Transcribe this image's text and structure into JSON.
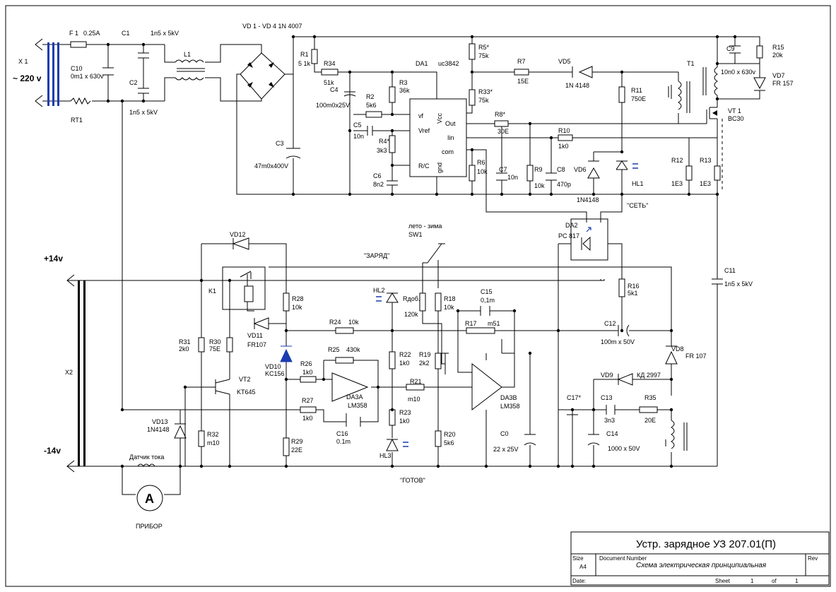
{
  "labels": {
    "x1": "X 1",
    "mains": "~ 220 v",
    "f1": "F 1",
    "f1_val": "0.25A",
    "c1": "C1",
    "c1_val": "1n5 x 5kV",
    "c10": "C10",
    "c10_val": "0m1 x 630v",
    "c2": "C2",
    "c2_val": "1n5 x 5kV",
    "l1": "L1",
    "rt1": "RT1",
    "vd14": "VD 1 - VD 4   1N 4007",
    "c3": "C3",
    "c3_val": "47m0x400V",
    "r1": "R1",
    "r1_val": "5 1k",
    "r34": "R34",
    "r34_val": "51k",
    "c4": "C4",
    "c4_val": "100m0x25V",
    "r2": "R2",
    "r2_val": "5k6",
    "r3": "R3",
    "r3_val": "36k",
    "c5": "C5",
    "c5_val": "10n",
    "r4": "R4*",
    "r4_val": "3k3",
    "c6": "C6",
    "c6_val": "8n2",
    "da1": "DA1",
    "da1_type": "uc3842",
    "pin_vf": "vf",
    "pin_vref": "Vref",
    "pin_rc": "R/C",
    "pin_vcc": "Vcc",
    "pin_out": "Out",
    "pin_iin": "Iin",
    "pin_com": "com",
    "pin_gnd": "gnd",
    "r5": "R5*",
    "r5_val": "75k",
    "r33": "R33*",
    "r33_val": "75k",
    "r7": "R7",
    "r7_val": "15E",
    "vd5": "VD5",
    "vd5_val": "1N 4148",
    "r8": "R8*",
    "r8_val": "30E",
    "r10": "R10",
    "r10_val": "1k0",
    "r6": "R6",
    "r6_val": "10k",
    "c7": "C7",
    "c7_val": "10n",
    "r9": "R9",
    "r9_val": "10k",
    "c8": "C8",
    "c8_val": "470p",
    "r11": "R11",
    "r11_val": "750E",
    "vd6": "VD6",
    "vd6_val": "1N4148",
    "hl1": "HL1",
    "set": "\"СЕТЬ\"",
    "t1": "T1",
    "c9": "C9",
    "c9_val": "10n0 x 630v",
    "r15": "R15",
    "r15_val": "20k",
    "vd7": "VD7",
    "vd7_val": "FR 157",
    "vt1": "VT 1",
    "vt1_val": "BC30",
    "r12": "R12",
    "r12_val": "1E3",
    "r13": "R13",
    "r13_val": "1E3",
    "da2": "DA2",
    "da2_val": "PC 817",
    "c11": "C11",
    "c11_val": "1n5 x 5kV",
    "plus14": "+14v",
    "minus14": "-14v",
    "x2": "X2",
    "vd12": "VD12",
    "k1": "K1",
    "vd11": "VD11",
    "vd11_val": "FR107",
    "zaryad": "\"ЗАРЯД\"",
    "sw1_name": "лето - зима",
    "sw1": "SW1",
    "hl2": "HL2",
    "rdob": "Rдоб.",
    "rdob_val": "120k",
    "r18": "R18",
    "r18_val": "10k",
    "c15": "C15",
    "c15_val": "0,1m",
    "r16": "R16",
    "r16_val": "5k1",
    "r28": "R28",
    "r28_val": "10k",
    "r24": "R24",
    "r24_val": "10k",
    "r17": "R17",
    "r17_val": "m51",
    "c12": "C12",
    "c12_val": "100m x 50V",
    "r31": "R31",
    "r31_val": "2k0",
    "r30": "R30",
    "r30_val": "75E",
    "vd10": "VD10",
    "vd10_val": "KC156",
    "r25": "R25",
    "r25_val": "430k",
    "r26": "R26",
    "r26_val": "1k0",
    "r22": "R22",
    "r22_val": "1k0",
    "r19": "R19",
    "r19_val": "2k2",
    "vd8": "VD8",
    "vd8_val": "FR 107",
    "vt2": "VT2",
    "vt2_val": "KT645",
    "da3a": "DA3A",
    "da3a_val": "LM358",
    "r21": "R21",
    "r21_val": "m10",
    "da3b": "DA3B",
    "da3b_val": "LM358",
    "vd9": "VD9",
    "vd9_val": "КД 2997",
    "r27": "R27",
    "r27_val": "1k0",
    "r23": "R23",
    "r23_val": "1k0",
    "c17": "C17*",
    "c13": "C13",
    "c13_val": "3n3",
    "r35": "R35",
    "r35_val": "20E",
    "vd13": "VD13",
    "vd13_val": "1N4148",
    "r32": "R32",
    "r32_val": "m10",
    "r29": "R29",
    "r29_val": "22E",
    "c16": "C16",
    "c16_val": "0.1m",
    "hl3": "HL3",
    "r20": "R20",
    "r20_val": "5k6",
    "c0": "C0",
    "c0_val": "22 x 25V",
    "c14": "C14",
    "c14_val": "1000 x 50V",
    "shunt": "Датчик тока",
    "gotov": "\"ГОТОВ\"",
    "ammeter": "A",
    "pribor": "ПРИБОР"
  },
  "titleblock": {
    "title": "Устр. зарядное УЗ 207.01(П)",
    "size_label": "Size",
    "size": "A4",
    "docnum_label": "Document Number",
    "docnum": "Схема электрическая принципиальная",
    "rev_label": "Rev",
    "date_label": "Date:",
    "sheet_label": "Sheet",
    "sheet": "1",
    "of_label": "of",
    "of": "1"
  }
}
